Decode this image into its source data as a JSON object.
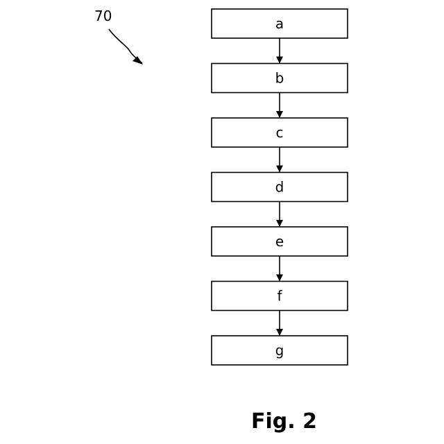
{
  "reference_number": "70",
  "steps": [
    "a",
    "b",
    "c",
    "d",
    "e",
    "f",
    "g"
  ],
  "figure_label": "Fig. 2",
  "colors": {
    "stroke": "#000000",
    "background": "#ffffff"
  }
}
